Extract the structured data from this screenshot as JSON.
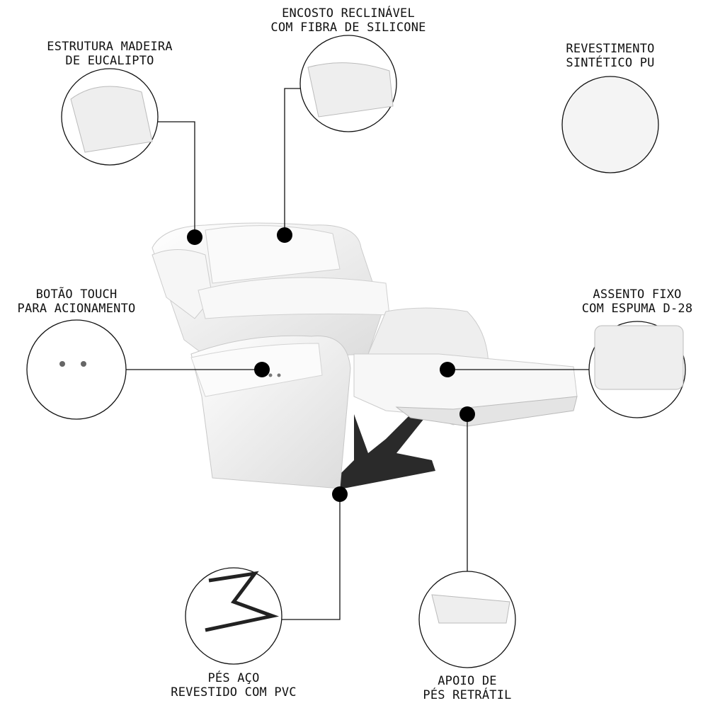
{
  "features": [
    {
      "id": "estrutura",
      "line1": "ESTRUTURA MADEIRA",
      "line2": "DE EUCALIPTO"
    },
    {
      "id": "encosto",
      "line1": "ENCOSTO RECLINÁVEL",
      "line2": "COM FIBRA DE SILICONE"
    },
    {
      "id": "revestimento",
      "line1": "REVESTIMENTO",
      "line2": "SINTÉTICO PU"
    },
    {
      "id": "botao",
      "line1": "BOTÃO TOUCH",
      "line2": "PARA ACIONAMENTO"
    },
    {
      "id": "assento",
      "line1": "ASSENTO FIXO",
      "line2": "COM ESPUMA D-28"
    },
    {
      "id": "pes",
      "line1": "PÉS AÇO",
      "line2": "REVESTIDO COM PVC"
    },
    {
      "id": "apoio",
      "line1": "APOIO DE",
      "line2": "PÉS RETRÁTIL"
    }
  ],
  "colors": {
    "line": "#111111",
    "chair": "#f4f4f4",
    "shade": "#d8d8d8",
    "mechanism": "#2a2a2a"
  }
}
